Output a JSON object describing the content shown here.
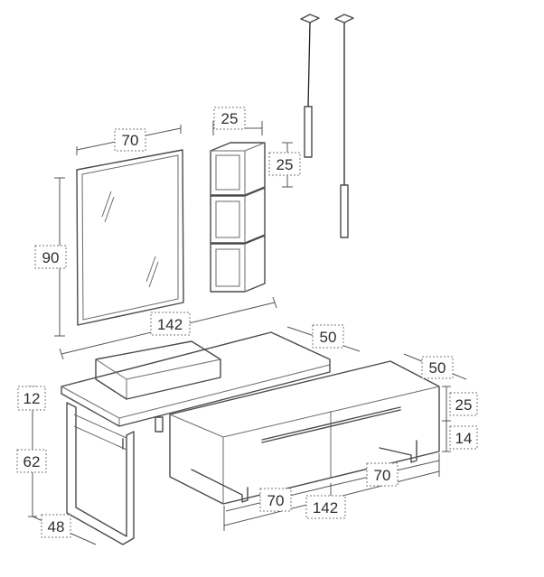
{
  "dimensions": {
    "mirror_width": "70",
    "mirror_height": "90",
    "shelf_width": "25",
    "shelf_height": "25",
    "top_length": "142",
    "top_depth": "50",
    "cabinet_depth": "50",
    "cabinet_height": "25",
    "leg_height": "14",
    "top_thickness": "12",
    "side_height": "62",
    "side_depth": "48",
    "drawer_right_width": "70",
    "drawer_left_width": "70",
    "cabinet_length": "142"
  },
  "colors": {
    "line": "#4a4a4a",
    "label_box_border": "#777777",
    "text": "#2d2d2d"
  }
}
